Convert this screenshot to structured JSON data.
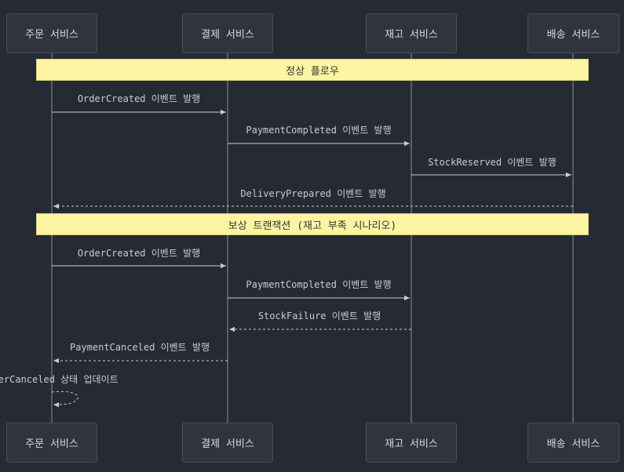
{
  "actors": {
    "order": "주문 서비스",
    "payment": "결제 서비스",
    "stock": "재고 서비스",
    "delivery": "배송 서비스"
  },
  "notes": {
    "normal_flow": "정상 플로우",
    "compensation": "보상 트랜잭션 (재고 부족 시나리오)"
  },
  "messages": {
    "m1": "OrderCreated 이벤트 발행",
    "m2": "PaymentCompleted 이벤트 발행",
    "m3": "StockReserved 이벤트 발행",
    "m4": "DeliveryPrepared 이벤트 발행",
    "m5": "OrderCreated 이벤트 발행",
    "m6": "PaymentCompleted 이벤트 발행",
    "m7": "StockFailure 이벤트 발행",
    "m8": "PaymentCanceled 이벤트 발행",
    "m9": "OrderCanceled 상태 업데이트"
  },
  "colors": {
    "background": "#262a33",
    "lifeline": "#8a8f9a",
    "note_fill": "#fbf5a3"
  }
}
